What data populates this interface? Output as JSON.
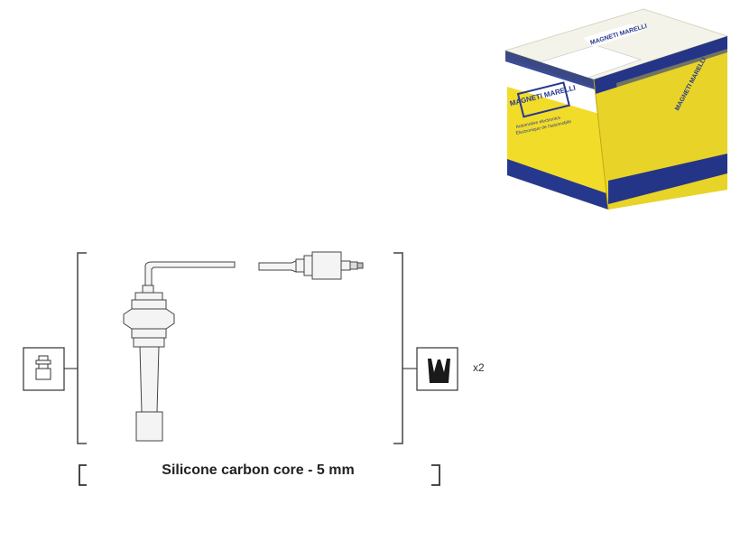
{
  "product_box": {
    "brand_front": "MAGNETI MARELLI",
    "brand_side": "MAGNETI MARELLI",
    "brand_top": "MAGNETI MARELLI",
    "front_subtitle_1": "Automotive electronics",
    "front_subtitle_2": "Electronique de l'automobile",
    "colors": {
      "yellow": "#f2dc2a",
      "yellow_dark": "#d9c41c",
      "blue": "#26388e",
      "label": "#f4f3ea"
    }
  },
  "diagram": {
    "caption": "Silicone carbon core - 5 mm",
    "clip_quantity": "x2",
    "icons": {
      "left": "spark-plug-connector-icon",
      "right": "cable-clip-icon"
    },
    "colors": {
      "stroke": "#444444",
      "part_fill": "#f4f4f4",
      "dark": "#222222"
    }
  }
}
